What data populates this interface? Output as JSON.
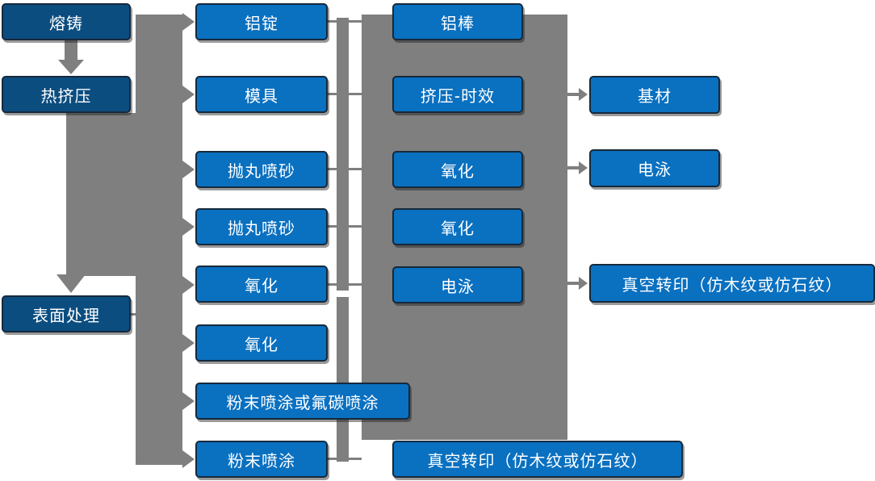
{
  "diagram_type": "process-flowchart",
  "colors": {
    "process_box_blue": "#0a70c0",
    "stage_box_dark_blue": "#0c4d80",
    "box_border": "#16293b",
    "connector_gray": "#7f7f7f",
    "box_text": "#ffffff",
    "background": "#ffffff"
  },
  "nodes": {
    "melt": {
      "label": "熔铸"
    },
    "hot_extrusion": {
      "label": "热挤压"
    },
    "surface_treatment": {
      "label": "表面处理"
    },
    "aluminum_ingot": {
      "label": "铝锭"
    },
    "mold": {
      "label": "模具"
    },
    "shot_blasting_1": {
      "label": "抛丸喷砂"
    },
    "shot_blasting_2": {
      "label": "抛丸喷砂"
    },
    "oxidation_1": {
      "label": "氧化"
    },
    "oxidation_2": {
      "label": "氧化"
    },
    "powder_or_fluorocarbon_coating": {
      "label": "粉末喷涂或氟碳喷涂"
    },
    "powder_coating": {
      "label": "粉末喷涂"
    },
    "aluminum_rod": {
      "label": "铝棒"
    },
    "extrusion_aging": {
      "label": "挤压-时效"
    },
    "oxidation_3": {
      "label": "氧化"
    },
    "oxidation_4": {
      "label": "氧化"
    },
    "electrophoresis_1": {
      "label": "电泳"
    },
    "vacuum_transfer_1": {
      "label": "真空转印（仿木纹或仿石纹）"
    },
    "substrate": {
      "label": "基材"
    },
    "electrophoresis_2": {
      "label": "电泳"
    },
    "vacuum_transfer_2": {
      "label": "真空转印（仿木纹或仿石纹）"
    }
  }
}
